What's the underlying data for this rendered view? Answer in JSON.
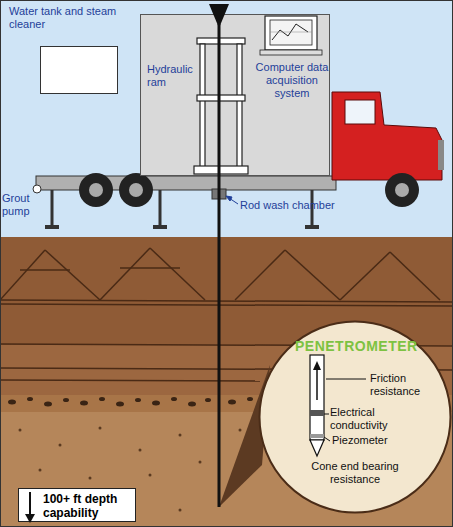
{
  "diagram": {
    "nodes": [
      {
        "text": [
          "Water tank and steam cleaner"
        ]
      },
      {
        "text": [
          "Hydraulic ram",
          "Computer data acquisition system"
        ]
      },
      {
        "text": [
          "PENETROMETER",
          "Friction resistance",
          "Electrical conductivity",
          "Piezometer",
          "Cone end bearing resistance"
        ]
      },
      {
        "text": [
          "100+ ft depth capability"
        ]
      }
    ],
    "labels": [
      "Grout pump",
      "Rod wash chamber"
    ]
  }
}
